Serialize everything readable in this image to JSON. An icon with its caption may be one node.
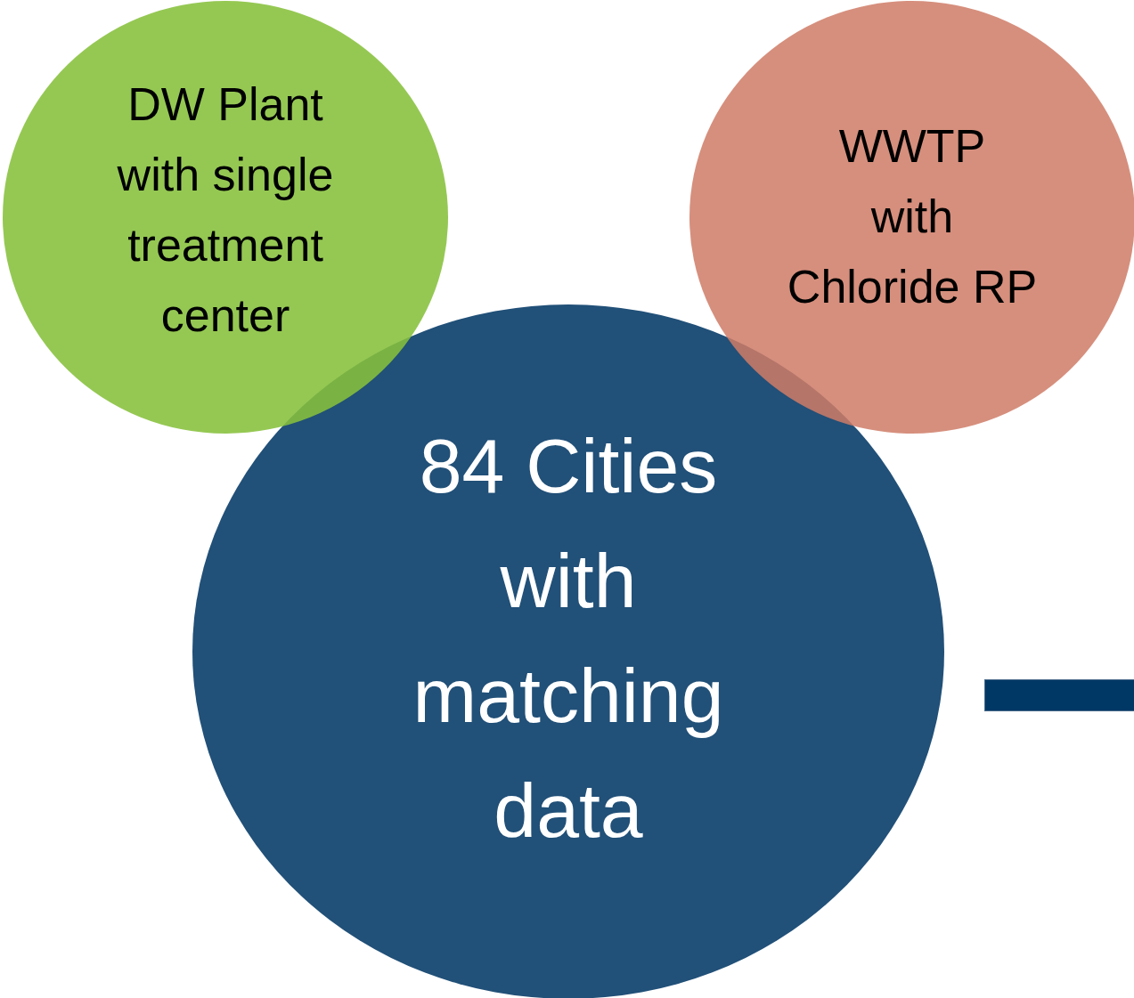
{
  "diagram": {
    "nodes": [
      {
        "text": [
          "DW Plant with single treatment center"
        ]
      },
      {
        "text": [
          "WWTP with Chloride RP"
        ]
      },
      {
        "text": [
          "84 Cities with matching data"
        ]
      },
      {
        "text": [],
        "shape": "bar"
      }
    ]
  }
}
